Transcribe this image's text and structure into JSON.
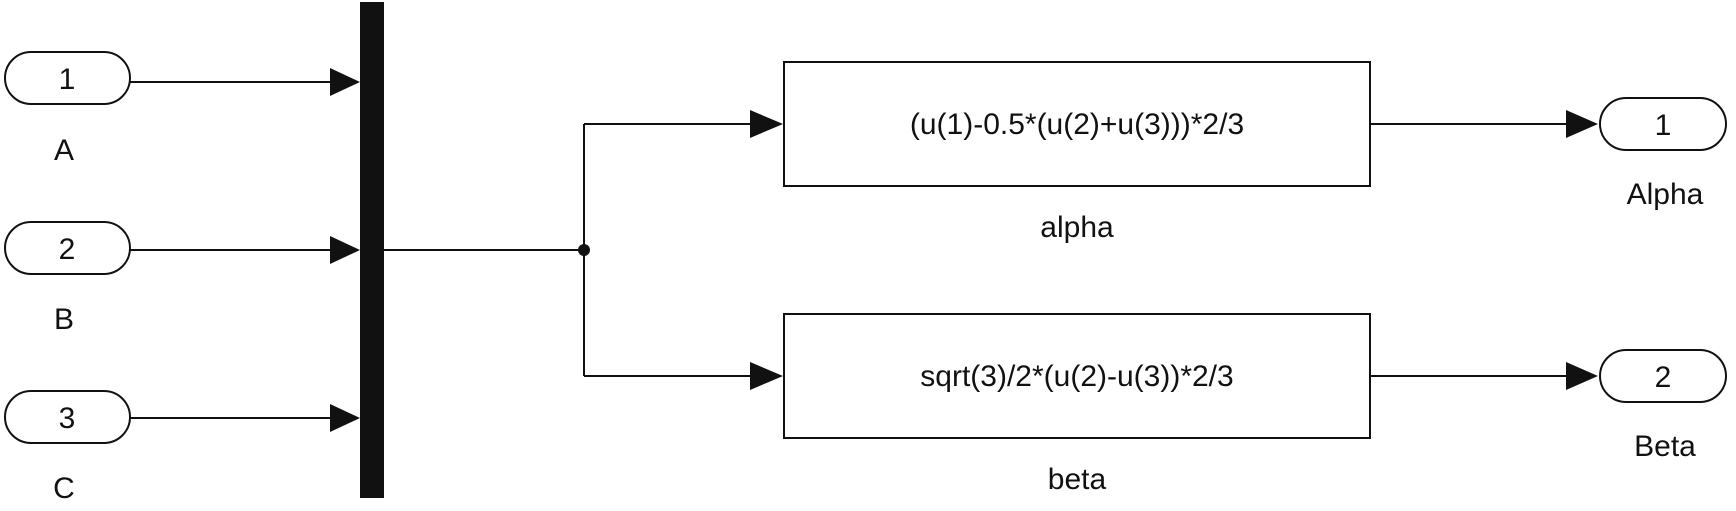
{
  "inputs": [
    {
      "number": "1",
      "label": "A"
    },
    {
      "number": "2",
      "label": "B"
    },
    {
      "number": "3",
      "label": "C"
    }
  ],
  "blocks": [
    {
      "expression": "(u(1)-0.5*(u(2)+u(3)))*2/3",
      "name": "alpha"
    },
    {
      "expression": "sqrt(3)/2*(u(2)-u(3))*2/3",
      "name": "beta"
    }
  ],
  "outputs": [
    {
      "number": "1",
      "label": "Alpha"
    },
    {
      "number": "2",
      "label": "Beta"
    }
  ],
  "colors": {
    "stroke": "#111111",
    "background": "#ffffff"
  }
}
